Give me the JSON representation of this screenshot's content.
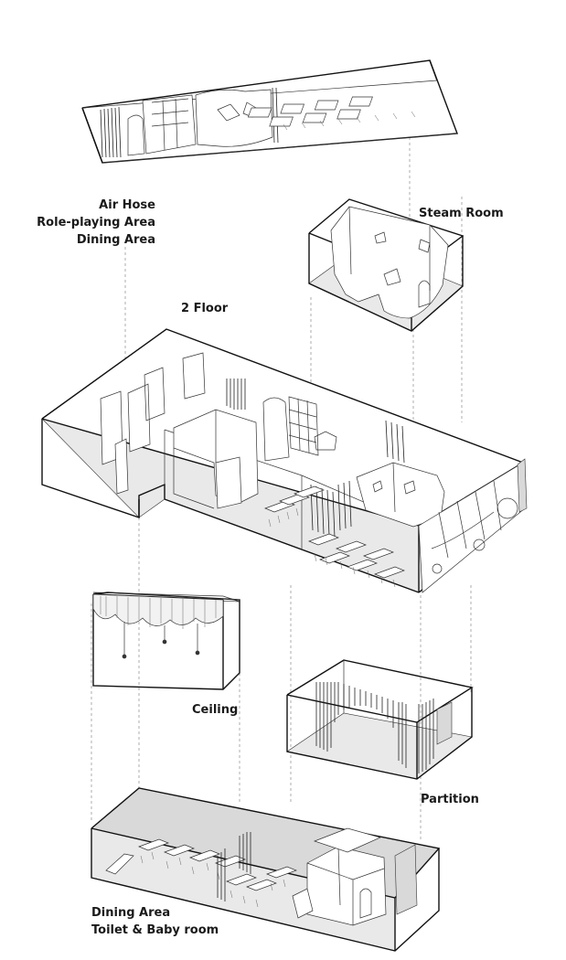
{
  "labels": {
    "top_block": [
      "Air Hose",
      "Role-playing Area",
      "Dining Area"
    ],
    "steam_room": "Steam Room",
    "floor2": "2 Floor",
    "ceiling": "Ceiling",
    "partition": "Partition",
    "bottom_block": [
      "Dining Area",
      "Toilet & Baby room"
    ]
  }
}
